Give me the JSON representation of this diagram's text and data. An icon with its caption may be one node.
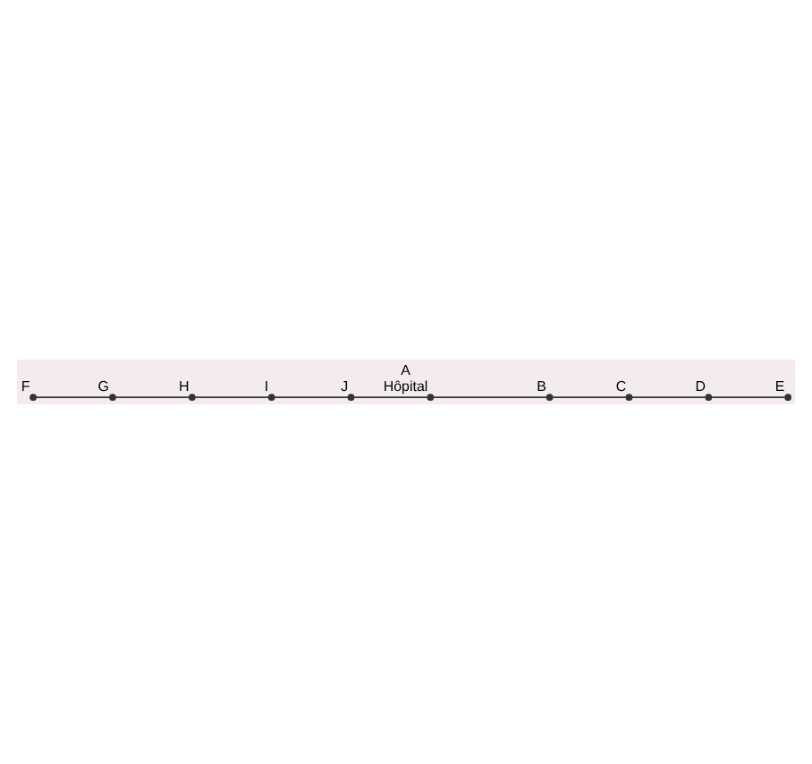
{
  "diagram": {
    "nodes": [
      {
        "text": [
          "A"
        ],
        "beside": [
          "Hôpital"
        ]
      },
      {
        "text": [
          "B"
        ]
      },
      {
        "text": [
          "C"
        ]
      },
      {
        "text": [
          "D"
        ]
      },
      {
        "text": [
          "E"
        ]
      },
      {
        "text": [
          "F"
        ]
      },
      {
        "text": [
          "G"
        ]
      },
      {
        "text": [
          "H"
        ]
      },
      {
        "text": [
          "I"
        ]
      },
      {
        "text": [
          "J"
        ]
      }
    ],
    "edges": [
      {
        "from": 0,
        "to": 1,
        "arrow": "none"
      },
      {
        "from": 1,
        "to": 2,
        "arrow": "none"
      },
      {
        "from": 2,
        "to": 3,
        "arrow": "none"
      },
      {
        "from": 3,
        "to": 4,
        "arrow": "none"
      },
      {
        "from": 5,
        "to": 6,
        "arrow": "none"
      },
      {
        "from": 6,
        "to": 7,
        "arrow": "none"
      },
      {
        "from": 7,
        "to": 8,
        "arrow": "none"
      },
      {
        "from": 8,
        "to": 9,
        "arrow": "none"
      },
      {
        "from": 9,
        "to": 0,
        "arrow": "none"
      }
    ]
  }
}
